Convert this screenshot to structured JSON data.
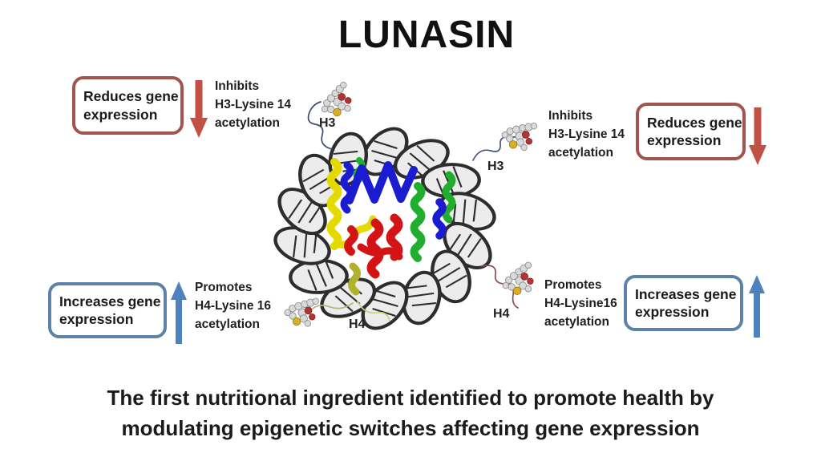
{
  "title": "LUNASIN",
  "caption": {
    "line1": "The first nutritional ingredient identified to promote health by",
    "line2": "modulating epigenetic switches affecting gene expression"
  },
  "colors": {
    "reduce_box_border": "#a2544e",
    "reduce_arrow": "#c25045",
    "increase_box_border": "#5d82a8",
    "increase_arrow": "#4f81bd",
    "text": "#1a1a1a",
    "histone_blue": "#1b1bd0",
    "histone_green": "#1fae2e",
    "histone_yellow": "#e4da00",
    "histone_red": "#d41414",
    "dna_gray": "#2d2d2d"
  },
  "annotations": {
    "top_left": {
      "box_label": "Reduces gene expression",
      "arrow_direction": "down",
      "effect_lines": [
        "Inhibits",
        "H3-Lysine 14",
        "acetylation"
      ]
    },
    "top_right": {
      "box_label": "Reduces gene expression",
      "arrow_direction": "down",
      "effect_lines": [
        "Inhibits",
        "H3-Lysine 14",
        "acetylation"
      ]
    },
    "bottom_left": {
      "box_label": "Increases gene expression",
      "arrow_direction": "up",
      "effect_lines": [
        "Promotes",
        "H4-Lysine 16",
        "acetylation"
      ]
    },
    "bottom_right": {
      "box_label": "Increases gene expression",
      "arrow_direction": "up",
      "effect_lines": [
        "Promotes",
        "H4-Lysine16",
        "acetylation"
      ]
    }
  },
  "histone_labels": {
    "h3_left": "H3",
    "h3_right": "H3",
    "h4_left": "H4",
    "h4_right": "H4"
  }
}
